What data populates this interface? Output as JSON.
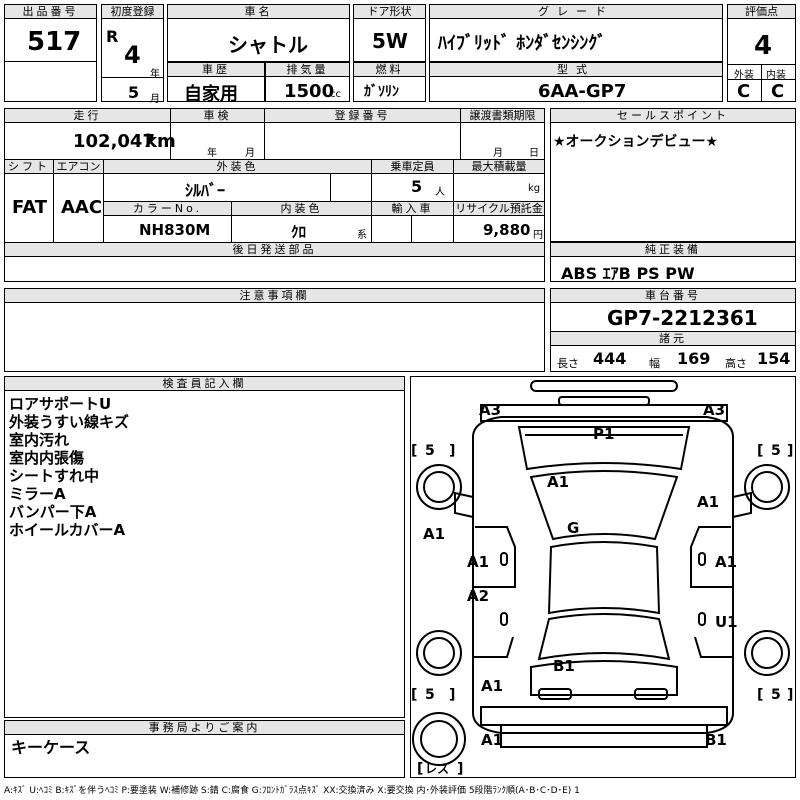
{
  "lot": {
    "label": "出品番号",
    "value": "517"
  },
  "first_reg": {
    "label": "初度登録",
    "era": "R",
    "year": "4",
    "year_unit": "年",
    "month": "5",
    "month_unit": "月"
  },
  "car_name": {
    "label": "車名",
    "value": "シャトル"
  },
  "door": {
    "label": "ドア形状",
    "value": "5W"
  },
  "grade": {
    "label": "グレード",
    "value": "ﾊｲﾌﾞﾘｯﾄﾞ ﾎﾝﾀﾞｾﾝｼﾝｸﾞ"
  },
  "score": {
    "label": "評価点",
    "value": "4",
    "ext_label": "外装",
    "int_label": "内装",
    "ext": "C",
    "int": "C"
  },
  "history": {
    "label": "車歴",
    "value": "自家用"
  },
  "displacement": {
    "label": "排気量",
    "value": "1500",
    "unit": "cc"
  },
  "fuel": {
    "label": "燃料",
    "value": "ｶﾞｿﾘﾝ"
  },
  "model": {
    "label": "型式",
    "value": "6AA-GP7"
  },
  "mileage": {
    "label": "走行",
    "value": "102,047",
    "unit": "km"
  },
  "inspection": {
    "label": "車検",
    "year_unit": "年",
    "month_unit": "月"
  },
  "registration": {
    "label": "登録番号"
  },
  "transfer": {
    "label": "譲渡書類期限",
    "month_unit": "月",
    "day_unit": "日"
  },
  "shift": {
    "label": "シフト",
    "value": "FAT"
  },
  "ac": {
    "label": "エアコン",
    "value": "AAC"
  },
  "ext_color": {
    "label": "外装色",
    "value": "ｼﾙﾊﾞｰ"
  },
  "capacity": {
    "label": "乗車定員",
    "value": "5",
    "unit": "人"
  },
  "max_load": {
    "label": "最大積載量",
    "unit": "kg"
  },
  "color_no": {
    "label": "カラーNo.",
    "value": "NH830M"
  },
  "int_color": {
    "label": "内装色",
    "value": "ｸﾛ",
    "unit": "系"
  },
  "import": {
    "label": "輸入車"
  },
  "recycle": {
    "label": "リサイクル預託金",
    "value": "9,880",
    "unit": "円"
  },
  "later_parts": {
    "label": "後日発送部品"
  },
  "sales_point": {
    "label": "セールスポイント",
    "value": "★オークションデビュー★"
  },
  "equipment": {
    "label": "純正装備",
    "value": "ABS ｴｱB PS PW"
  },
  "caution": {
    "label": "注意事項欄"
  },
  "chassis": {
    "label": "車台番号",
    "value": "GP7-2212361"
  },
  "specs": {
    "label": "諸元",
    "length_label": "長さ",
    "length": "444",
    "width_label": "幅",
    "width": "169",
    "height_label": "高さ",
    "height": "154"
  },
  "inspector": {
    "label": "検査員記入欄",
    "notes": [
      "ロアサポートU",
      "外装うすい線キズ",
      "室内汚れ",
      "室内内張傷",
      "シートすれ中",
      "ミラーA",
      "バンパー下A",
      "ホイールカバーA"
    ]
  },
  "office": {
    "label": "事務局よりご案内",
    "value": "キーケース"
  },
  "diagram": {
    "codes": {
      "front_left": "A3",
      "front_right": "A3",
      "windshield": "P1",
      "hood": "A1",
      "front_fender_right": "A1",
      "left_side": "A1",
      "roof": "G",
      "front_door_left": "A1",
      "front_door_right": "A1",
      "rear_door_left": "A2",
      "rear_door_right": "U1",
      "trunk": "B1",
      "rear_fender_left": "A1",
      "rear_bumper_left": "A1",
      "rear_bumper_right": "B1"
    },
    "tires": {
      "fl": "5",
      "fr": "5",
      "rl": "5",
      "rr": "5"
    },
    "spare": "レス"
  },
  "legend": "A:ｷｽﾞ U:ﾍｺﾐ B:ｷｽﾞを伴うﾍｺﾐ P:要塗装 W:補修跡 S:錆 C:腐食 G:ﾌﾛﾝﾄｶﾞﾗｽ点ｷｽﾞ XX:交換済み X:要交換 内･外装評価 5段階ﾗﾝｸ順(A･B･C･D･E) 1"
}
